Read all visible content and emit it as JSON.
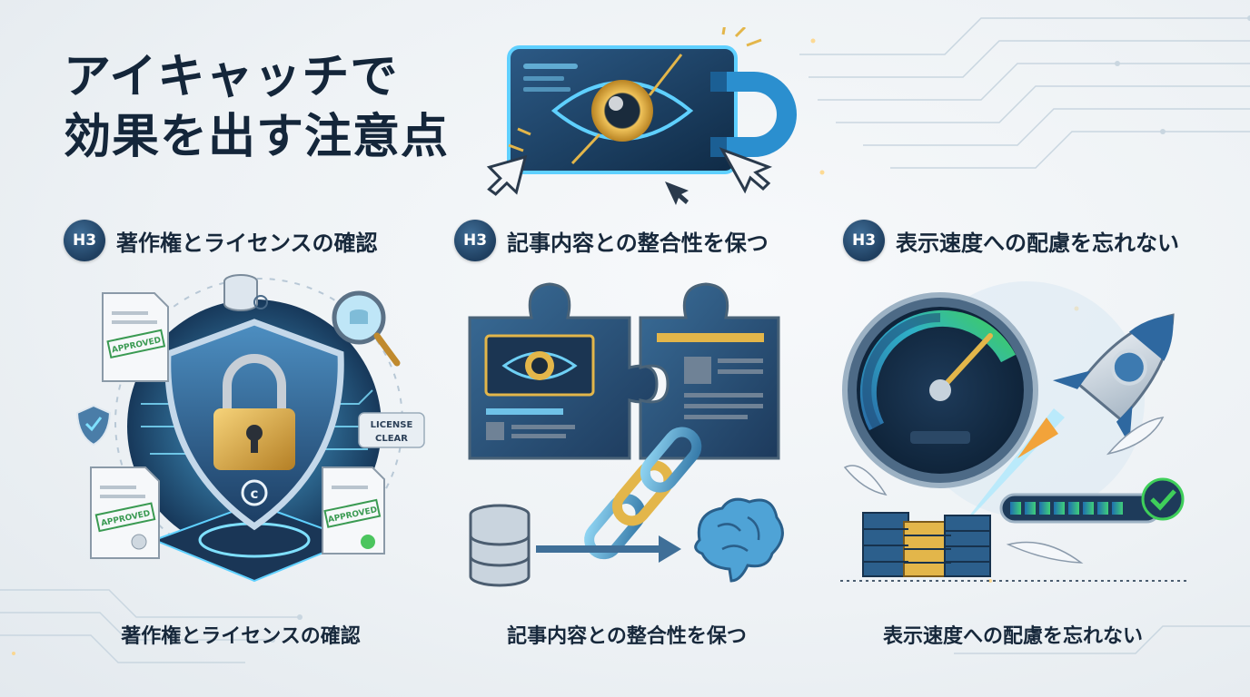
{
  "title": {
    "line1": "アイキャッチで",
    "line2": "効果を出す注意点"
  },
  "badge_label": "H3",
  "sections": [
    {
      "heading": "著作権とライセンスの確認",
      "caption": "著作権とライセンスの確認",
      "stamp1": "APPROVED",
      "stamp2": "APPROVED",
      "stamp3": "APPROVED",
      "tag_line1": "LICENSE",
      "tag_line2": "CLEAR"
    },
    {
      "heading": "記事内容との整合性を保つ",
      "caption": "記事内容との整合性を保つ"
    },
    {
      "heading": "表示速度への配慮を忘れない",
      "caption": "表示速度への配慮を忘れない"
    }
  ],
  "colors": {
    "navy": "#14263a",
    "accent_blue": "#3fb5e6",
    "gold": "#e3b64a",
    "green": "#3fcf5a"
  }
}
